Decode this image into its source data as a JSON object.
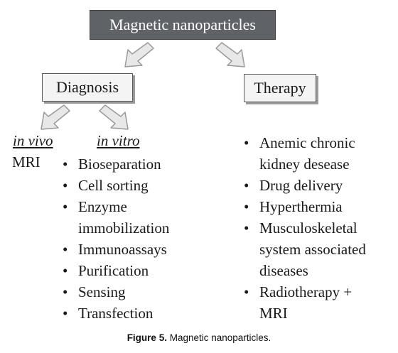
{
  "root": {
    "label": "Magnetic nanoparticles"
  },
  "diagnosis": {
    "label": "Diagnosis",
    "in_vivo": {
      "heading": "in vivo",
      "items": [
        "MRI"
      ]
    },
    "in_vitro": {
      "heading": "in vitro",
      "items": [
        "Bioseparation",
        "Cell sorting",
        "Enzyme",
        "immobilization",
        "Immunoassays",
        "Purification",
        "Sensing",
        "Transfection"
      ]
    }
  },
  "therapy": {
    "label": "Therapy",
    "items": [
      "Anemic chronic",
      "kidney desease",
      "Drug delivery",
      "Hyperthermia",
      "Musculoskeletal",
      "system associated",
      "diseases",
      "Radiotherapy +",
      "MRI"
    ]
  },
  "caption": {
    "label": "Figure 5.",
    "text": "Magnetic nanoparticles."
  },
  "colors": {
    "root_fill": "#5f6266",
    "box_fill": "#f4f4f4",
    "arrow_fill": "#e8e8e8",
    "arrow_stroke": "#9a9a9a"
  }
}
